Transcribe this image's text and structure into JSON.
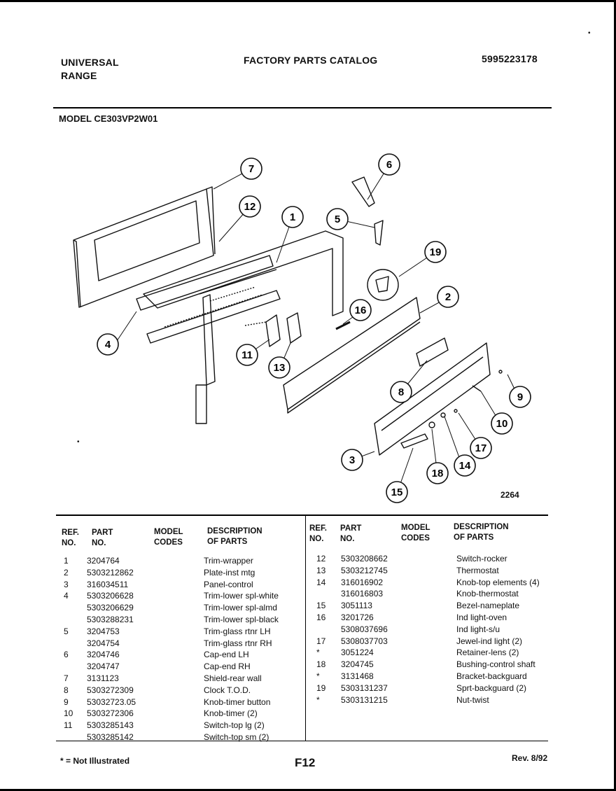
{
  "header": {
    "brand_line1": "UNIVERSAL",
    "brand_line2": "RANGE",
    "catalog_title": "FACTORY PARTS CATALOG",
    "catalog_number": "5995223178",
    "model": "MODEL CE303VP2W01"
  },
  "diagram": {
    "drawing_number": "2264",
    "callouts": [
      "7",
      "12",
      "1",
      "6",
      "5",
      "19",
      "4",
      "16",
      "2",
      "11",
      "13",
      "8",
      "9",
      "10",
      "17",
      "3",
      "14",
      "18",
      "15"
    ]
  },
  "table": {
    "headers": {
      "ref": [
        "REF.",
        "NO."
      ],
      "part": [
        "PART",
        "NO."
      ],
      "model": [
        "MODEL",
        "CODES"
      ],
      "desc": [
        "DESCRIPTION",
        "OF PARTS"
      ]
    },
    "left_rows": [
      {
        "ref": "1",
        "part": "3204764",
        "desc": "Trim-wrapper"
      },
      {
        "ref": "2",
        "part": "5303212862",
        "desc": "Plate-inst mtg"
      },
      {
        "ref": "3",
        "part": "316034511",
        "desc": "Panel-control"
      },
      {
        "ref": "4",
        "part": "5303206628",
        "desc": "Trim-lower spl-white"
      },
      {
        "ref": "",
        "part": "5303206629",
        "desc": "Trim-lower spl-almd"
      },
      {
        "ref": "",
        "part": "5303288231",
        "desc": "Trim-lower spl-black"
      },
      {
        "ref": "5",
        "part": "3204753",
        "desc": "Trim-glass rtnr LH"
      },
      {
        "ref": "",
        "part": "3204754",
        "desc": "Trim-glass rtnr RH"
      },
      {
        "ref": "6",
        "part": "3204746",
        "desc": "Cap-end LH"
      },
      {
        "ref": "",
        "part": "3204747",
        "desc": "Cap-end RH"
      },
      {
        "ref": "7",
        "part": "3131123",
        "desc": "Shield-rear wall"
      },
      {
        "ref": "8",
        "part": "5303272309",
        "desc": "Clock T.O.D."
      },
      {
        "ref": "9",
        "part": "53032723.05",
        "desc": "Knob-timer button"
      },
      {
        "ref": "10",
        "part": "5303272306",
        "desc": "Knob-timer (2)"
      },
      {
        "ref": "11",
        "part": "5303285143",
        "desc": "Switch-top lg (2)"
      },
      {
        "ref": "",
        "part": "5303285142",
        "desc": "Switch-top sm (2)"
      }
    ],
    "right_rows": [
      {
        "ref": "12",
        "part": "5303208662",
        "desc": "Switch-rocker"
      },
      {
        "ref": "13",
        "part": "5303212745",
        "desc": "Thermostat"
      },
      {
        "ref": "14",
        "part": "316016902",
        "desc": "Knob-top elements (4)"
      },
      {
        "ref": "",
        "part": "316016803",
        "desc": "Knob-thermostat"
      },
      {
        "ref": "15",
        "part": "3051113",
        "desc": "Bezel-nameplate"
      },
      {
        "ref": "16",
        "part": "3201726",
        "desc": "Ind light-oven"
      },
      {
        "ref": "",
        "part": "5308037696",
        "desc": "Ind light-s/u"
      },
      {
        "ref": "17",
        "part": "5308037703",
        "desc": "Jewel-ind light (2)"
      },
      {
        "ref": "*",
        "part": "3051224",
        "desc": "Retainer-lens (2)"
      },
      {
        "ref": "18",
        "part": "3204745",
        "desc": "Bushing-control shaft"
      },
      {
        "ref": "*",
        "part": "3131468",
        "desc": "Bracket-backguard"
      },
      {
        "ref": "19",
        "part": "5303131237",
        "desc": "Sprt-backguard (2)"
      },
      {
        "ref": "*",
        "part": "5303131215",
        "desc": "Nut-twist"
      }
    ]
  },
  "footer": {
    "note": "* = Not Illustrated",
    "page": "F12",
    "revision": "Rev. 8/92"
  }
}
